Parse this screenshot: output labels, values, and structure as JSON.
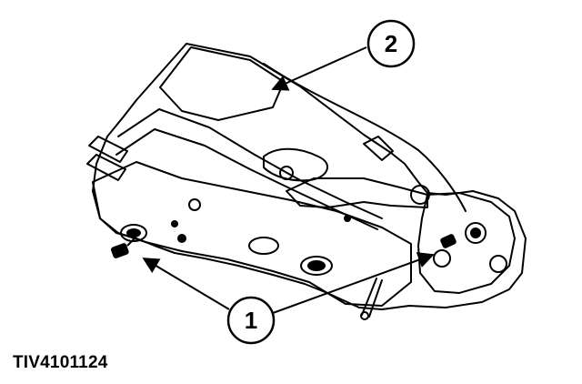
{
  "figure": {
    "caption": "TIV4101124",
    "callouts": [
      {
        "label": "2",
        "target": "latch-cover"
      },
      {
        "label": "1",
        "target": "mounting-screws"
      }
    ]
  }
}
